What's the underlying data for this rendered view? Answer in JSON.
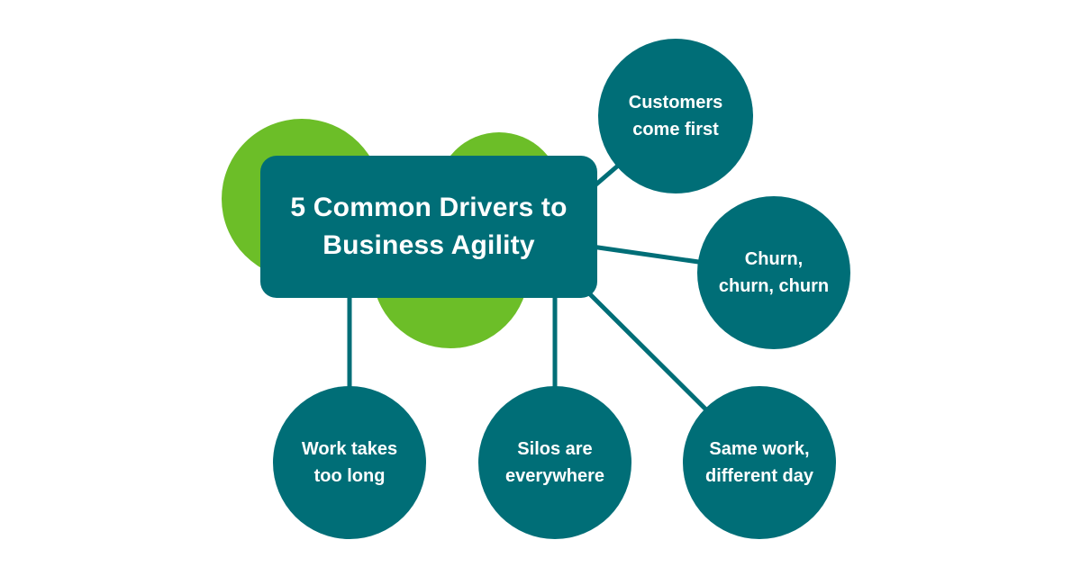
{
  "title": {
    "line1": "5 Common Drivers to",
    "line2": "Business Agility"
  },
  "drivers": [
    {
      "id": "customers-come-first",
      "line1": "Customers",
      "line2": "come first"
    },
    {
      "id": "churn-churn-churn",
      "line1": "Churn,",
      "line2": "churn, churn"
    },
    {
      "id": "same-work-different-day",
      "line1": "Same work,",
      "line2": "different day"
    },
    {
      "id": "silos-are-everywhere",
      "line1": "Silos are",
      "line2": "everywhere"
    },
    {
      "id": "work-takes-too-long",
      "line1": "Work takes",
      "line2": "too long"
    }
  ],
  "colors": {
    "teal": "#006E77",
    "green": "#6CBE28",
    "text": "#FFFFFF",
    "background": "#FFFFFF"
  }
}
